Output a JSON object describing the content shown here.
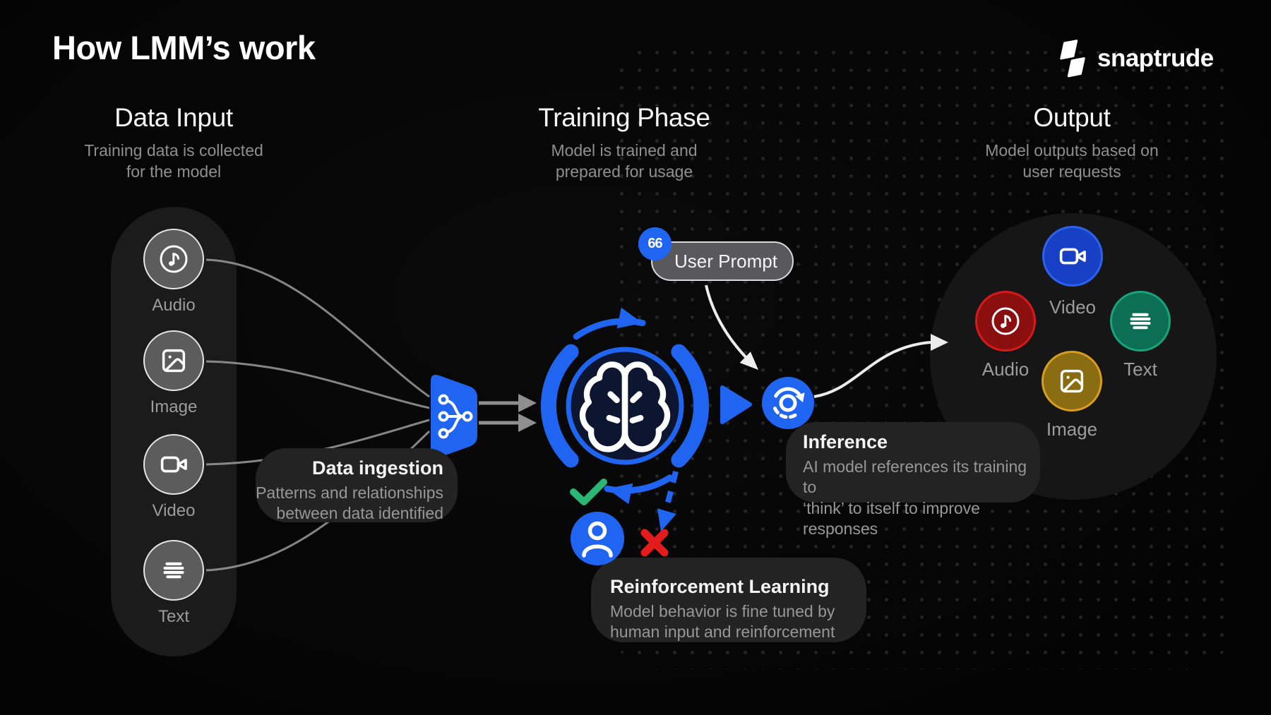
{
  "title": "How LMM’s work",
  "logo": {
    "text": "snaptrude"
  },
  "sections": {
    "data_input": {
      "heading": "Data Input",
      "subtitle": "Training data is collected\nfor the model"
    },
    "training": {
      "heading": "Training Phase",
      "subtitle": "Model is trained and\nprepared for usage"
    },
    "output": {
      "heading": "Output",
      "subtitle": "Model outputs based on\nuser requests"
    }
  },
  "input_items": [
    {
      "label": "Audio",
      "icon": "music-note-icon"
    },
    {
      "label": "Image",
      "icon": "image-icon"
    },
    {
      "label": "Video",
      "icon": "video-camera-icon"
    },
    {
      "label": "Text",
      "icon": "text-lines-icon"
    }
  ],
  "output_items": [
    {
      "label": "Video",
      "icon": "video-camera-icon",
      "fill": "#1840c4",
      "ring": "#2d63ec"
    },
    {
      "label": "Audio",
      "icon": "music-note-icon",
      "fill": "#8c0f0f",
      "ring": "#d61a1a"
    },
    {
      "label": "Text",
      "icon": "text-lines-icon",
      "fill": "#0c6f55",
      "ring": "#18a37c"
    },
    {
      "label": "Image",
      "icon": "image-icon",
      "fill": "#8a6c12",
      "ring": "#d89f1f"
    }
  ],
  "callouts": {
    "data_ingestion": {
      "title": "Data ingestion",
      "description": "Patterns and relationships\nbetween data identified"
    },
    "inference": {
      "title": "Inference",
      "description": "AI model references its training to\n‘think’ to itself to improve responses"
    },
    "reinforcement": {
      "title": "Reinforcement Learning",
      "description": "Model behavior is fine tuned by\nhuman input and reinforcement"
    }
  },
  "user_prompt": {
    "label": "User Prompt",
    "quote_glyph": "66"
  },
  "colors": {
    "background": "#050505",
    "accent_blue": "#2065f2",
    "brain_navy": "#0c1630",
    "success_green": "#2bb673",
    "error_red": "#e41b1b",
    "panel_gray": "#232323",
    "muted_text": "#979797"
  }
}
